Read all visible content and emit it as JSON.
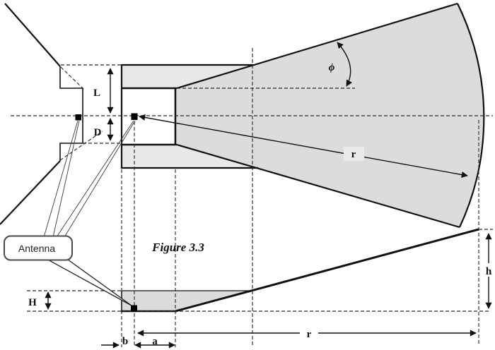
{
  "figure": {
    "caption": "Figure 3.3",
    "callout_label": "Antenna"
  },
  "dimensions": {
    "aperture_length": "L",
    "aperture_depth": "D",
    "flare_angle": "ϕ",
    "radius_top": "r",
    "radius_bottom": "r",
    "strip_height": "H",
    "horn_height": "h",
    "offset_b": "b",
    "offset_a": "a"
  },
  "colors": {
    "band": "#e8e8e8",
    "sector": "#dcdcdc",
    "strip": "#dcdcdc",
    "label_box": "#eaeaea",
    "white": "#ffffff",
    "line": "#111111"
  }
}
